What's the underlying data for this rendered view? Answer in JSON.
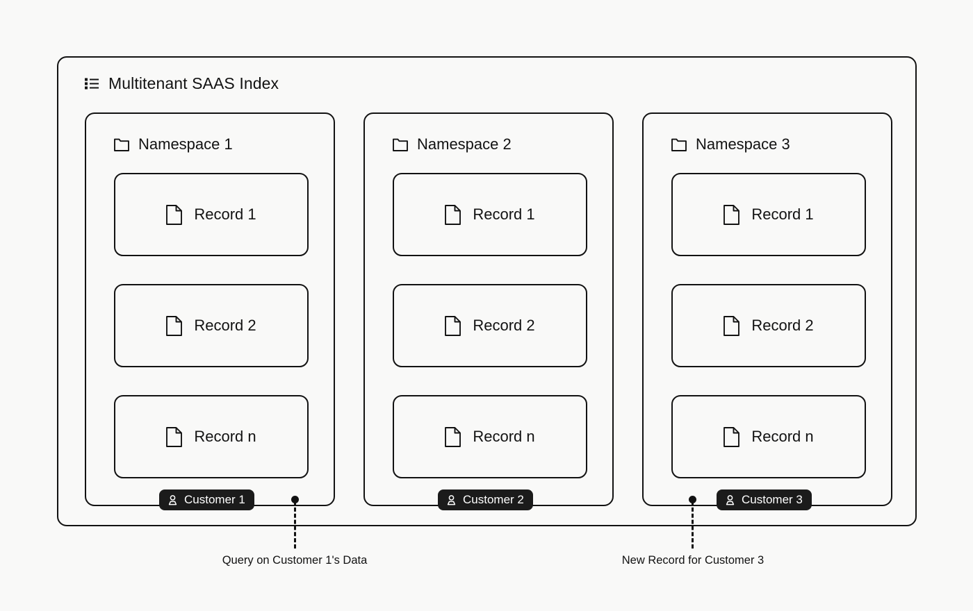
{
  "index": {
    "title": "Multitenant SAAS Index",
    "icon": "list-icon"
  },
  "namespaces": [
    {
      "title": "Namespace 1",
      "icon": "folder-icon",
      "records": [
        {
          "label": "Record 1",
          "icon": "document-icon"
        },
        {
          "label": "Record 2",
          "icon": "document-icon"
        },
        {
          "label": "Record n",
          "icon": "document-icon"
        }
      ],
      "customer": {
        "label": "Customer 1",
        "icon": "person-icon"
      }
    },
    {
      "title": "Namespace 2",
      "icon": "folder-icon",
      "records": [
        {
          "label": "Record 1",
          "icon": "document-icon"
        },
        {
          "label": "Record 2",
          "icon": "document-icon"
        },
        {
          "label": "Record n",
          "icon": "document-icon"
        }
      ],
      "customer": {
        "label": "Customer 2",
        "icon": "person-icon"
      }
    },
    {
      "title": "Namespace 3",
      "icon": "folder-icon",
      "records": [
        {
          "label": "Record 1",
          "icon": "document-icon"
        },
        {
          "label": "Record 2",
          "icon": "document-icon"
        },
        {
          "label": "Record n",
          "icon": "document-icon"
        }
      ],
      "customer": {
        "label": "Customer 3",
        "icon": "person-icon"
      }
    }
  ],
  "callouts": [
    {
      "label": "Query on Customer 1's Data"
    },
    {
      "label": "New Record for Customer 3"
    }
  ],
  "colors": {
    "background": "#f9f9f8",
    "stroke": "#121212",
    "badge_background": "#1b1b1b",
    "badge_text": "#ffffff"
  }
}
